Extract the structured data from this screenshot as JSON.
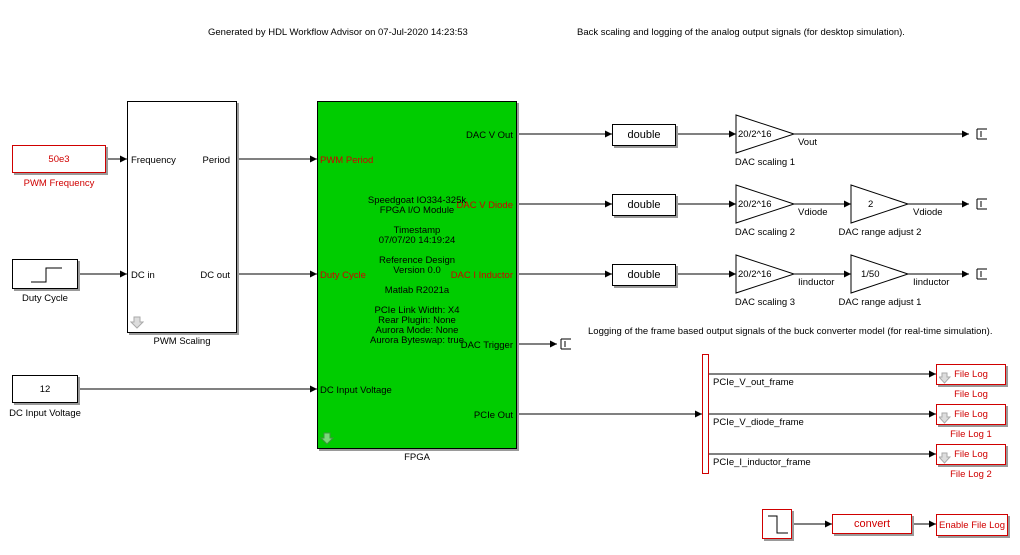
{
  "notes": {
    "generated": "Generated by HDL Workflow Advisor on 07-Jul-2020 14:23:53",
    "backscaling": "Back scaling and logging of the analog output signals (for desktop simulation).",
    "logging": "Logging of the frame based output signals of the buck converter model (for real-time simulation)."
  },
  "pwm_frequency": {
    "value": "50e3",
    "label": "PWM Frequency"
  },
  "duty_cycle": {
    "label": "Duty Cycle"
  },
  "dc_input_voltage": {
    "value": "12",
    "label": "DC Input Voltage"
  },
  "pwm_scaling": {
    "label": "PWM Scaling",
    "in_frequency": "Frequency",
    "out_period": "Period",
    "in_dc": "DC in",
    "out_dc": "DC out"
  },
  "fpga": {
    "label": "FPGA",
    "in_pwm_period": "PWM Period",
    "in_duty_cycle": "Duty Cycle",
    "in_dc_input_voltage": "DC Input Voltage",
    "out_dac_v_out": "DAC V Out",
    "out_dac_v_diode": "DAC V Diode",
    "out_dac_i_inductor": "DAC I Inductor",
    "out_dac_trigger": "DAC Trigger",
    "out_pcie_out": "PCIe Out",
    "info": {
      "l1": "Speedgoat IO334-325k",
      "l2": "FPGA I/O Module",
      "l3": "Timestamp",
      "l4": "07/07/20 14:19:24",
      "l5": "Reference Design",
      "l6": "Version 0.0",
      "l7": "Matlab R2021a",
      "l8": "PCIe Link Width: X4",
      "l9": "Rear Plugin: None",
      "l10": "Aurora Mode: None",
      "l11": "Aurora Byteswap: true"
    }
  },
  "double_label": "double",
  "gain_value": "20/2^16",
  "dac_scaling": [
    "DAC scaling 1",
    "DAC  scaling 2",
    "DAC scaling 3"
  ],
  "range_adjust": [
    {
      "value": "2",
      "label": "DAC range adjust 2"
    },
    {
      "value": "1/50",
      "label": "DAC range adjust 1"
    }
  ],
  "signals": {
    "vout": "Vout",
    "vdiode": "Vdiode",
    "iinductor": "Iinductor",
    "pcie_v_out": "PCIe_V_out_frame",
    "pcie_v_diode": "PCIe_V_diode_frame",
    "pcie_i_inductor": "PCIe_I_inductor_frame"
  },
  "file_log": {
    "text": "File Log",
    "labels": [
      "File Log",
      "File Log 1",
      "File Log 2"
    ]
  },
  "convert_label": "convert",
  "enable_file_log": "Enable File Log"
}
